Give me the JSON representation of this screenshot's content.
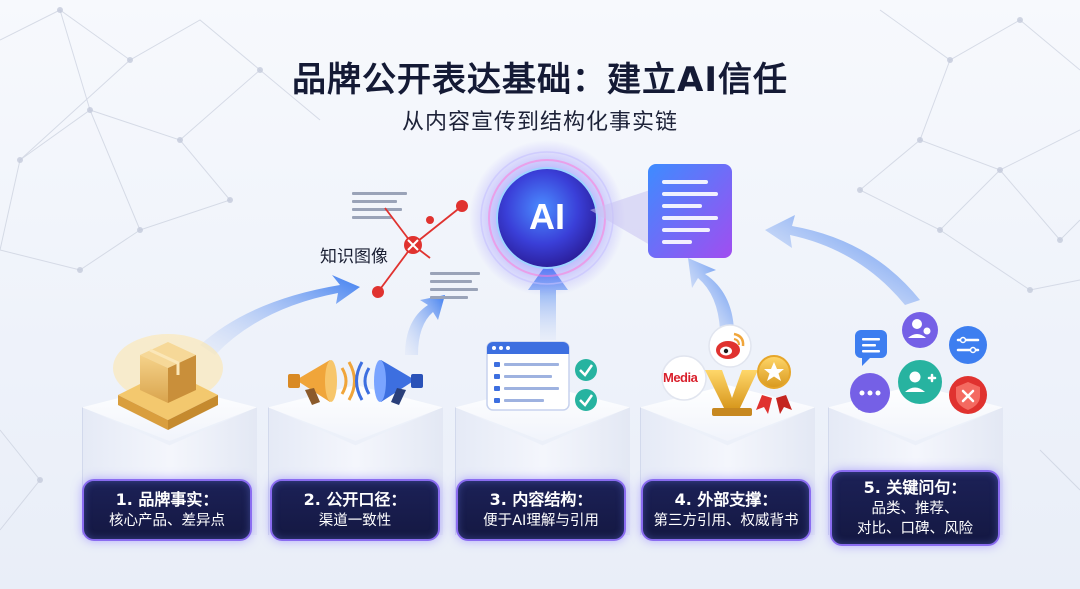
{
  "header": {
    "title": "品牌公开表达基础：建立AI信任",
    "subtitle": "从内容宣传到结构化事实链"
  },
  "center": {
    "ai_label": "AI",
    "knowledge_graph_label": "知识图像"
  },
  "steps": [
    {
      "title": "1. 品牌事实：",
      "desc": [
        "核心产品、差异点"
      ],
      "icon": "product-box-icon"
    },
    {
      "title": "2. 公开口径：",
      "desc": [
        "渠道一致性"
      ],
      "icon": "megaphone-icon"
    },
    {
      "title": "3. 内容结构：",
      "desc": [
        "便于AI理解与引用"
      ],
      "icon": "structured-list-icon"
    },
    {
      "title": "4. 外部支撑：",
      "desc": [
        "第三方引用、权威背书"
      ],
      "icon": "award-trophy-icon"
    },
    {
      "title": "5. 关键问句：",
      "desc": [
        "品类、推荐、",
        "对比、口碑、风险"
      ],
      "icon": "question-bubbles-icon"
    }
  ],
  "badges": {
    "media_text": "Media"
  },
  "colors": {
    "accent_purple": "#7b5cf0",
    "accent_blue": "#3d7ef0",
    "card_bg": "#161a46",
    "node_red": "#e0322f",
    "check_teal": "#27b3a0"
  }
}
